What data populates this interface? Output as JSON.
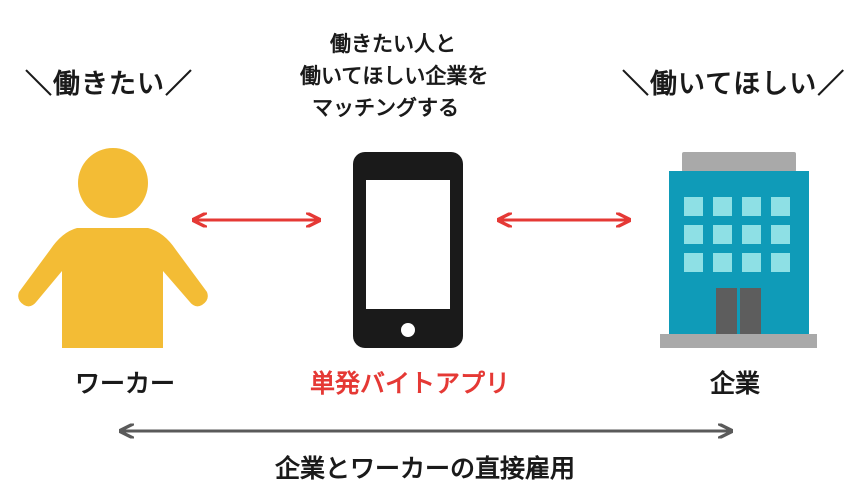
{
  "worker": {
    "tagline": "＼働きたい／",
    "label": "ワーカー"
  },
  "company": {
    "tagline": "＼働いてほしい／",
    "label": "企業"
  },
  "center": {
    "description_lines": [
      "働きたい人と",
      "働いてほしい企業を",
      "マッチングする"
    ],
    "label": "単発バイトアプリ"
  },
  "bottom": {
    "caption": "企業とワーカーの直接雇用"
  },
  "colors": {
    "worker_figure": "#f3bc35",
    "phone": "#1a1a1a",
    "arrow_red": "#e53935",
    "arrow_gray": "#5a5a5a",
    "building": "#0f9bb8",
    "building_window": "#8ee0e5",
    "building_roof": "#a9a9a9",
    "building_door": "#5d5d5d"
  },
  "icons": {
    "worker": "person-icon",
    "app": "smartphone-icon",
    "company": "office-building-icon"
  }
}
